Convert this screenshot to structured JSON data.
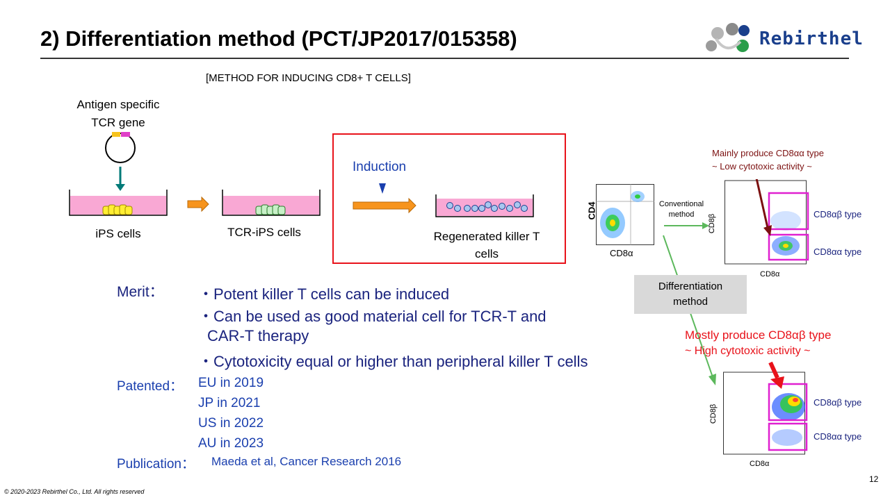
{
  "header": {
    "title": "2) Differentiation method (PCT/JP2017/015358)",
    "logo_text": "Rebirthel"
  },
  "method_label": "[METHOD FOR INDUCING CD8+ T CELLS]",
  "diagram": {
    "antigen_line1": "Antigen specific",
    "antigen_line2": "TCR gene",
    "ips_label": "iPS cells",
    "tcr_ips_label": "TCR-iPS cells",
    "induction_label": "Induction",
    "regen_line1": "Regenerated  killer T",
    "regen_line2": "cells"
  },
  "facs": {
    "cd4": "CD4",
    "cd8a": "CD8α",
    "cd8b": "CD8β",
    "conventional_line1": "Conventional",
    "conventional_line2": "method",
    "differentiation_line1": "Differentiation",
    "differentiation_line2": "method",
    "conv_title1": "Mainly produce CD8αα type",
    "conv_title2": "~ Low cytotoxic activity ~",
    "diff_title1": "Mostly produce CD8αβ type",
    "diff_title2": "~ High cytotoxic activity ~",
    "ab_type": "CD8αβ type",
    "aa_type": "CD8αα type"
  },
  "merit": {
    "label": "Merit：",
    "items": [
      "・Potent killer T cells can be induced",
      "・Can be used as good material cell for TCR-T and",
      "CAR-T therapy",
      "・Cytotoxicity equal or higher than peripheral killer T cells"
    ]
  },
  "patented": {
    "label": "Patented：",
    "items": [
      "EU in 2019",
      "JP in 2021",
      "US in 2022",
      "AU in 2023"
    ]
  },
  "publication": {
    "label": "Publication：",
    "value": "Maeda et al, Cancer Research 2016"
  },
  "footer": {
    "copyright": "© 2020-2023 Rebirthel Co., Ltd. All rights reserved",
    "page": "12"
  },
  "colors": {
    "pink": "#f9a8d4",
    "orange": "#f7941d",
    "teal": "#007a78",
    "green_arrow": "#5cb85c",
    "red_box": "#e8121a",
    "magenta": "#e020d0",
    "navy": "#1a237e"
  }
}
